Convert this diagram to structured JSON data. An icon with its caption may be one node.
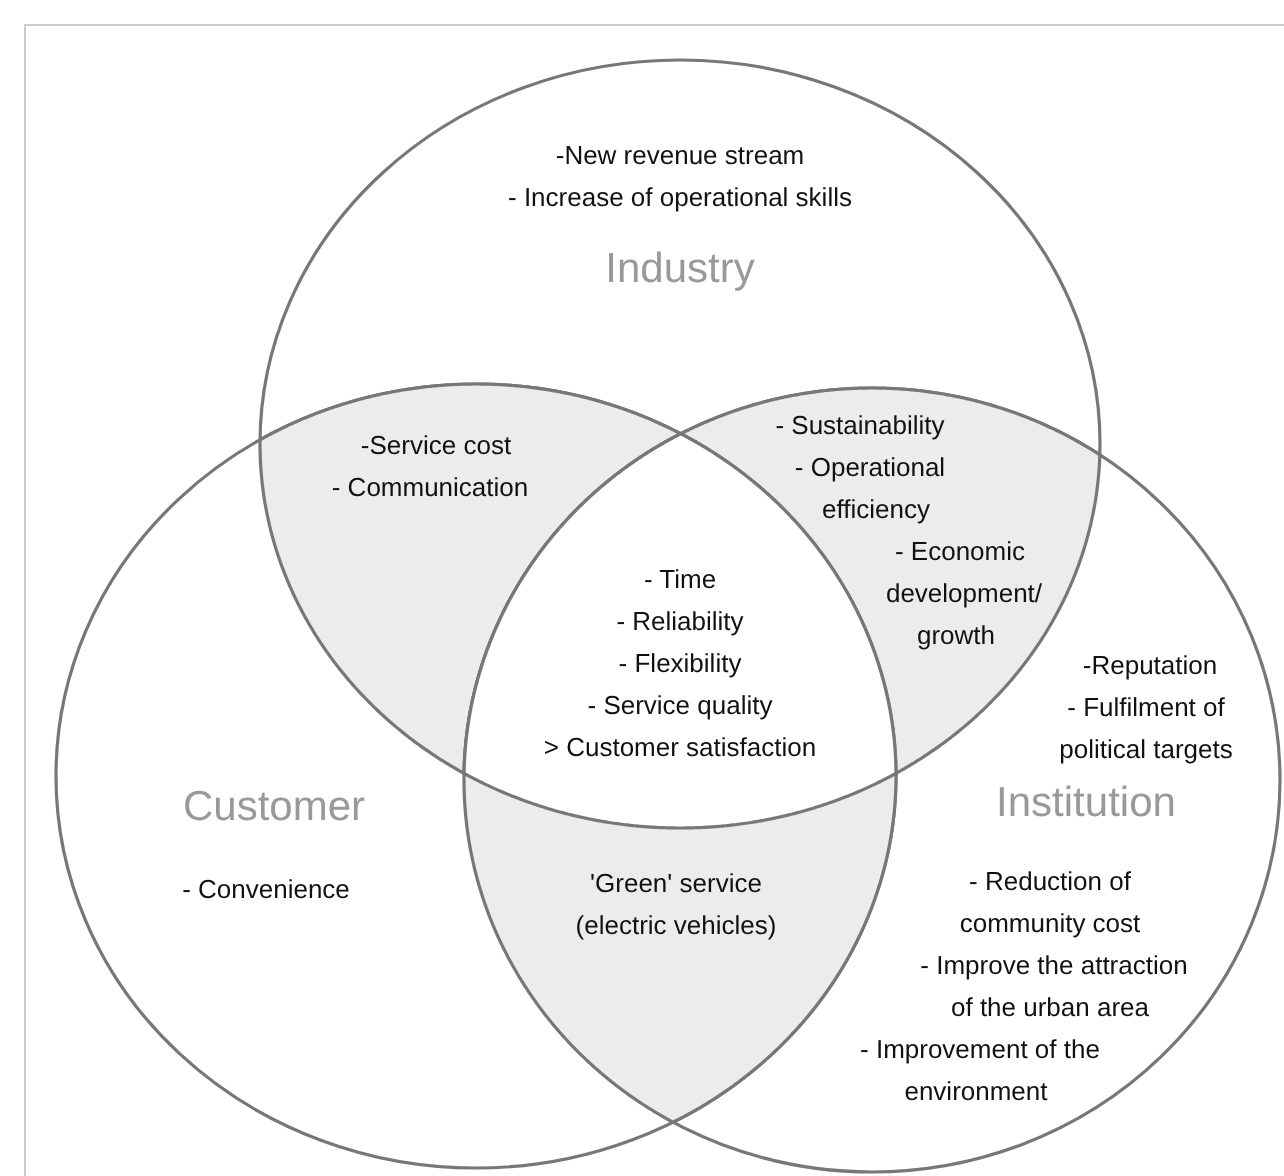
{
  "diagram": {
    "nodes": [
      {
        "text": [
          "-New revenue stream - Increase of operational skills",
          "Industry"
        ]
      },
      {
        "text": [
          "-Service cost - Communication"
        ]
      },
      {
        "text": [
          "- Sustainability - Operational efficiency - Economic development/ growth"
        ]
      },
      {
        "text": [
          "- Time - Reliability - Flexibility - Service quality > Customer satisfaction"
        ]
      },
      {
        "text": [
          "-Reputation - Fulfilment of political targets",
          "Institution",
          "- Reduction of community cost - Improve the attraction of the urban area - Improvement of the environment"
        ]
      },
      {
        "text": [
          "Customer",
          "- Convenience"
        ]
      },
      {
        "text": [
          "'Green' service (electric vehicles)"
        ]
      }
    ]
  }
}
